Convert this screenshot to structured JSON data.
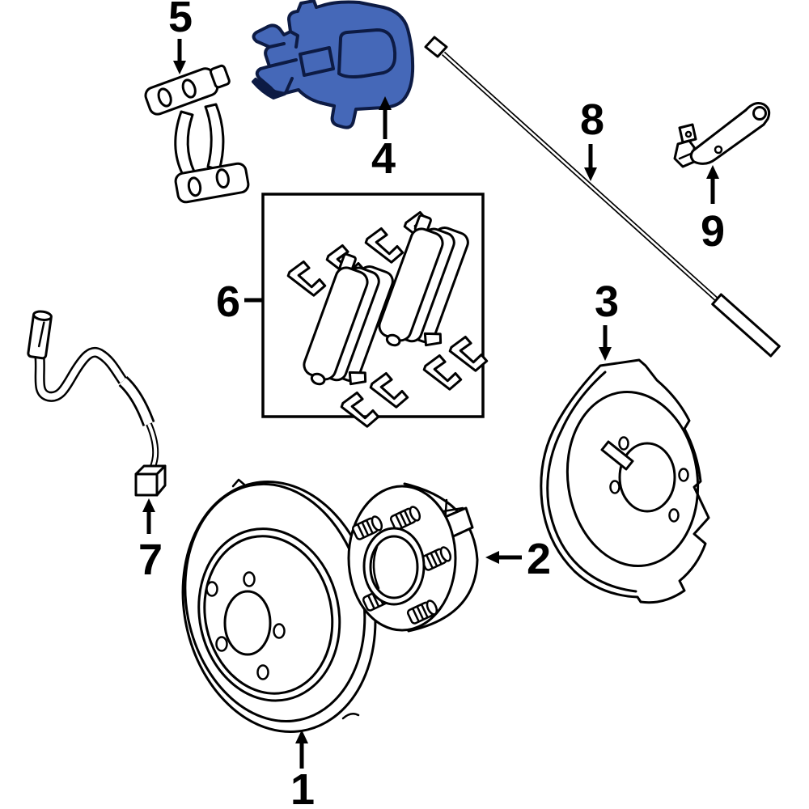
{
  "diagram": {
    "background": "#ffffff",
    "ink": "#000000",
    "highlight_fill": "#4568b8",
    "highlight_stroke": "#0d1b44",
    "callouts": [
      {
        "label": "1",
        "part": "brake-rotor"
      },
      {
        "label": "2",
        "part": "wheel-hub-bearing"
      },
      {
        "label": "3",
        "part": "brake-splash-shield"
      },
      {
        "label": "4",
        "part": "brake-caliper-highlighted"
      },
      {
        "label": "5",
        "part": "caliper-mounting-bracket"
      },
      {
        "label": "6",
        "part": "brake-pad-set"
      },
      {
        "label": "7",
        "part": "wheel-speed-sensor"
      },
      {
        "label": "8",
        "part": "brake-hose-line"
      },
      {
        "label": "9",
        "part": "hose-bracket"
      }
    ]
  }
}
